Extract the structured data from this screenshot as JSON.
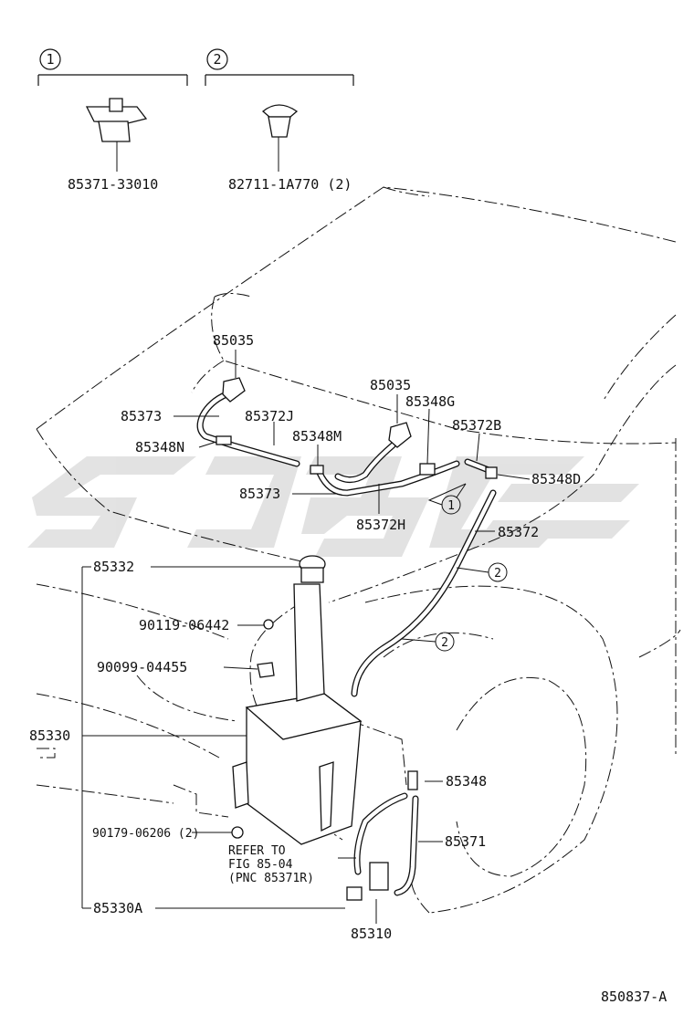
{
  "callouts": {
    "c1": "1",
    "c2": "2"
  },
  "labels": {
    "p85371_33010": "85371-33010",
    "p82711_1A770": "82711-1A770 (2)",
    "p85035_a": "85035",
    "p85035_b": "85035",
    "p85373_a": "85373",
    "p85372J": "85372J",
    "p85348N": "85348N",
    "p85348M": "85348M",
    "p85348G": "85348G",
    "p85372B": "85372B",
    "p85373_b": "85373",
    "p85348D": "85348D",
    "p85372H": "85372H",
    "p85372": "85372",
    "p85332": "85332",
    "p90119": "90119-06442",
    "p90099": "90099-04455",
    "p85330": "85330",
    "p85348": "85348",
    "p90179": "90179-06206 (2)",
    "p85371": "85371",
    "refer1": "REFER TO",
    "refer2": "FIG 85-04",
    "refer3": "(PNC 85371R)",
    "p85330A": "85330A",
    "p85310": "85310",
    "figure_id": "850837-A"
  },
  "watermark": {
    "color": "#d6d6d6"
  }
}
